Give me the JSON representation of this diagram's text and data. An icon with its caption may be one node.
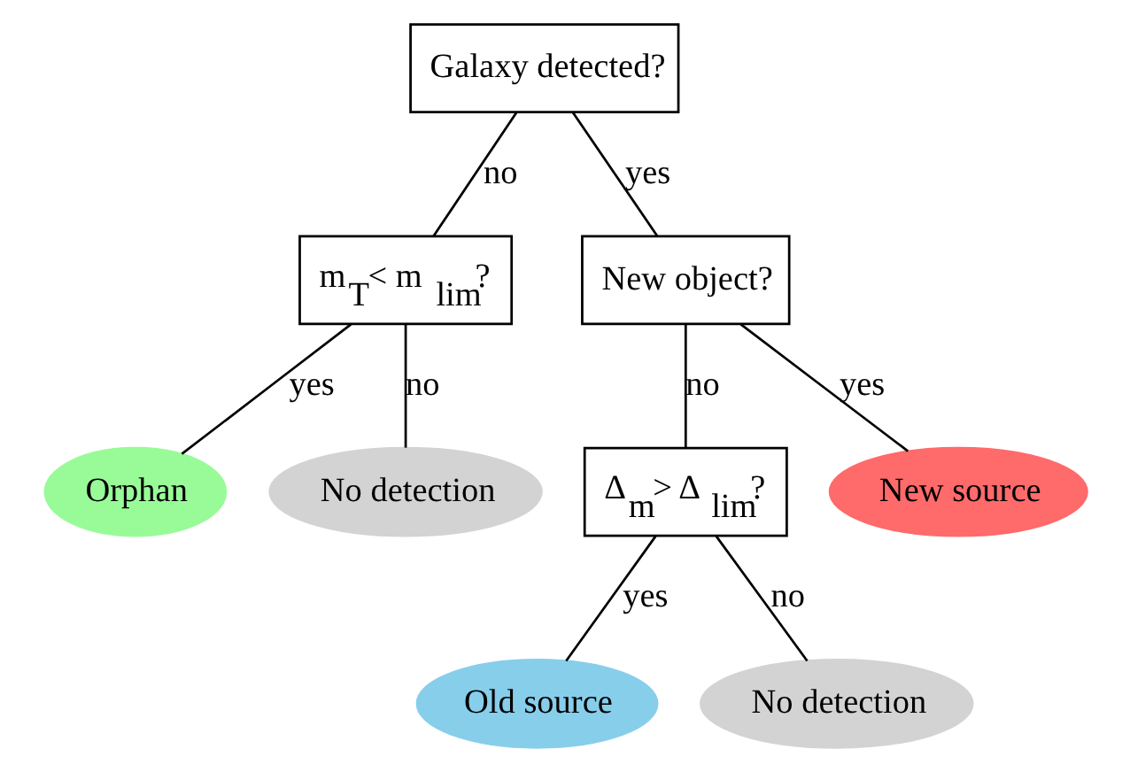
{
  "diagram": {
    "nodes": [
      {
        "text": [
          "Galaxy detected?"
        ]
      },
      {
        "text": [
          "m$_{T}$< m $_{lim}$?"
        ]
      },
      {
        "text": [
          "New object?"
        ]
      },
      {
        "text": [
          "Orphan"
        ]
      },
      {
        "text": [
          "No detection"
        ]
      },
      {
        "text": [
          "Δ$_{m}$> Δ $_{lim}$?"
        ]
      },
      {
        "text": [
          "New source"
        ]
      },
      {
        "text": [
          "Old source"
        ]
      },
      {
        "text": [
          "No detection"
        ]
      }
    ],
    "edges": [
      {
        "from": 0,
        "to": 1,
        "arrow": "none",
        "label": "no"
      },
      {
        "from": 0,
        "to": 2,
        "arrow": "none",
        "label": "yes"
      },
      {
        "from": 1,
        "to": 3,
        "arrow": "none",
        "label": "yes"
      },
      {
        "from": 1,
        "to": 4,
        "arrow": "none",
        "label": "no"
      },
      {
        "from": 2,
        "to": 5,
        "arrow": "none",
        "label": "no"
      },
      {
        "from": 2,
        "to": 6,
        "arrow": "none",
        "label": "yes"
      },
      {
        "from": 5,
        "to": 7,
        "arrow": "none",
        "label": "yes"
      },
      {
        "from": 5,
        "to": 8,
        "arrow": "none",
        "label": "no"
      }
    ]
  }
}
